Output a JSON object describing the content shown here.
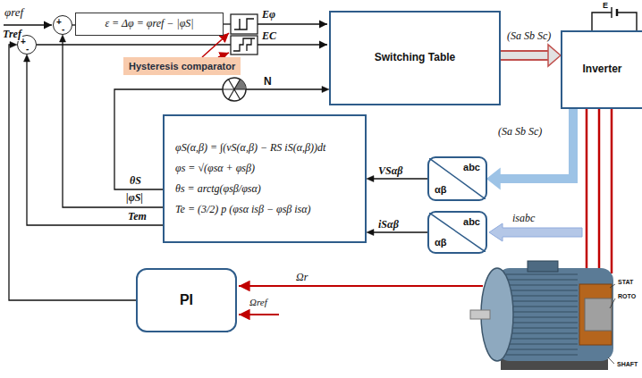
{
  "diagram": {
    "nodes": [
      {
        "text": [
          "+",
          "-"
        ]
      },
      {
        "text": [
          "ε = Δφ = φref − |φS|"
        ]
      },
      {
        "text": [
          "Hysteresis comparator"
        ]
      },
      {
        "text": [
          "+",
          "-"
        ]
      },
      {
        "text": [
          "Switching Table"
        ]
      },
      {
        "text": [
          "Inverter"
        ]
      },
      {
        "text": [
          "φS(α,β) = ∫(vS(α,β) − RS iS(α,β))dt",
          "φs = √(φsα + φsβ)",
          "θs = arctg(φsβ/φsα)",
          "Te = (3/2) p (φsα isβ − φsβ isα)"
        ]
      },
      {
        "text": [
          "abc",
          "αβ"
        ]
      },
      {
        "text": [
          "abc",
          "αβ"
        ]
      },
      {
        "text": [
          "PI"
        ]
      }
    ],
    "edges": [
      {
        "from": 0,
        "to": 1,
        "arrow": "none"
      },
      {
        "from": 4,
        "to": 5,
        "label": "(Sa Sb Sc)",
        "arrow": "to"
      },
      {
        "from": 5,
        "to": 7,
        "label": "(Sa Sb Sc)",
        "arrow": "to"
      },
      {
        "from": 7,
        "to": 6,
        "label": "VSαβ",
        "arrow": "to"
      },
      {
        "from": 8,
        "to": 6,
        "label": "iSαβ",
        "arrow": "to"
      },
      {
        "from": 6,
        "to": 4,
        "label": "θS",
        "arrow": "to"
      },
      {
        "from": 6,
        "to": 0,
        "label": "|φS|",
        "arrow": "to"
      },
      {
        "from": 6,
        "to": 3,
        "label": "Tem",
        "arrow": "to"
      },
      {
        "from": 9,
        "to": 3,
        "label": "Tref",
        "arrow": "to"
      }
    ],
    "labels": [
      "φref",
      "Eφ",
      "EC",
      "N",
      "E",
      "isabc",
      "Ωr",
      "Ωref",
      "STAT",
      "ROTO",
      "SHAFT"
    ]
  }
}
